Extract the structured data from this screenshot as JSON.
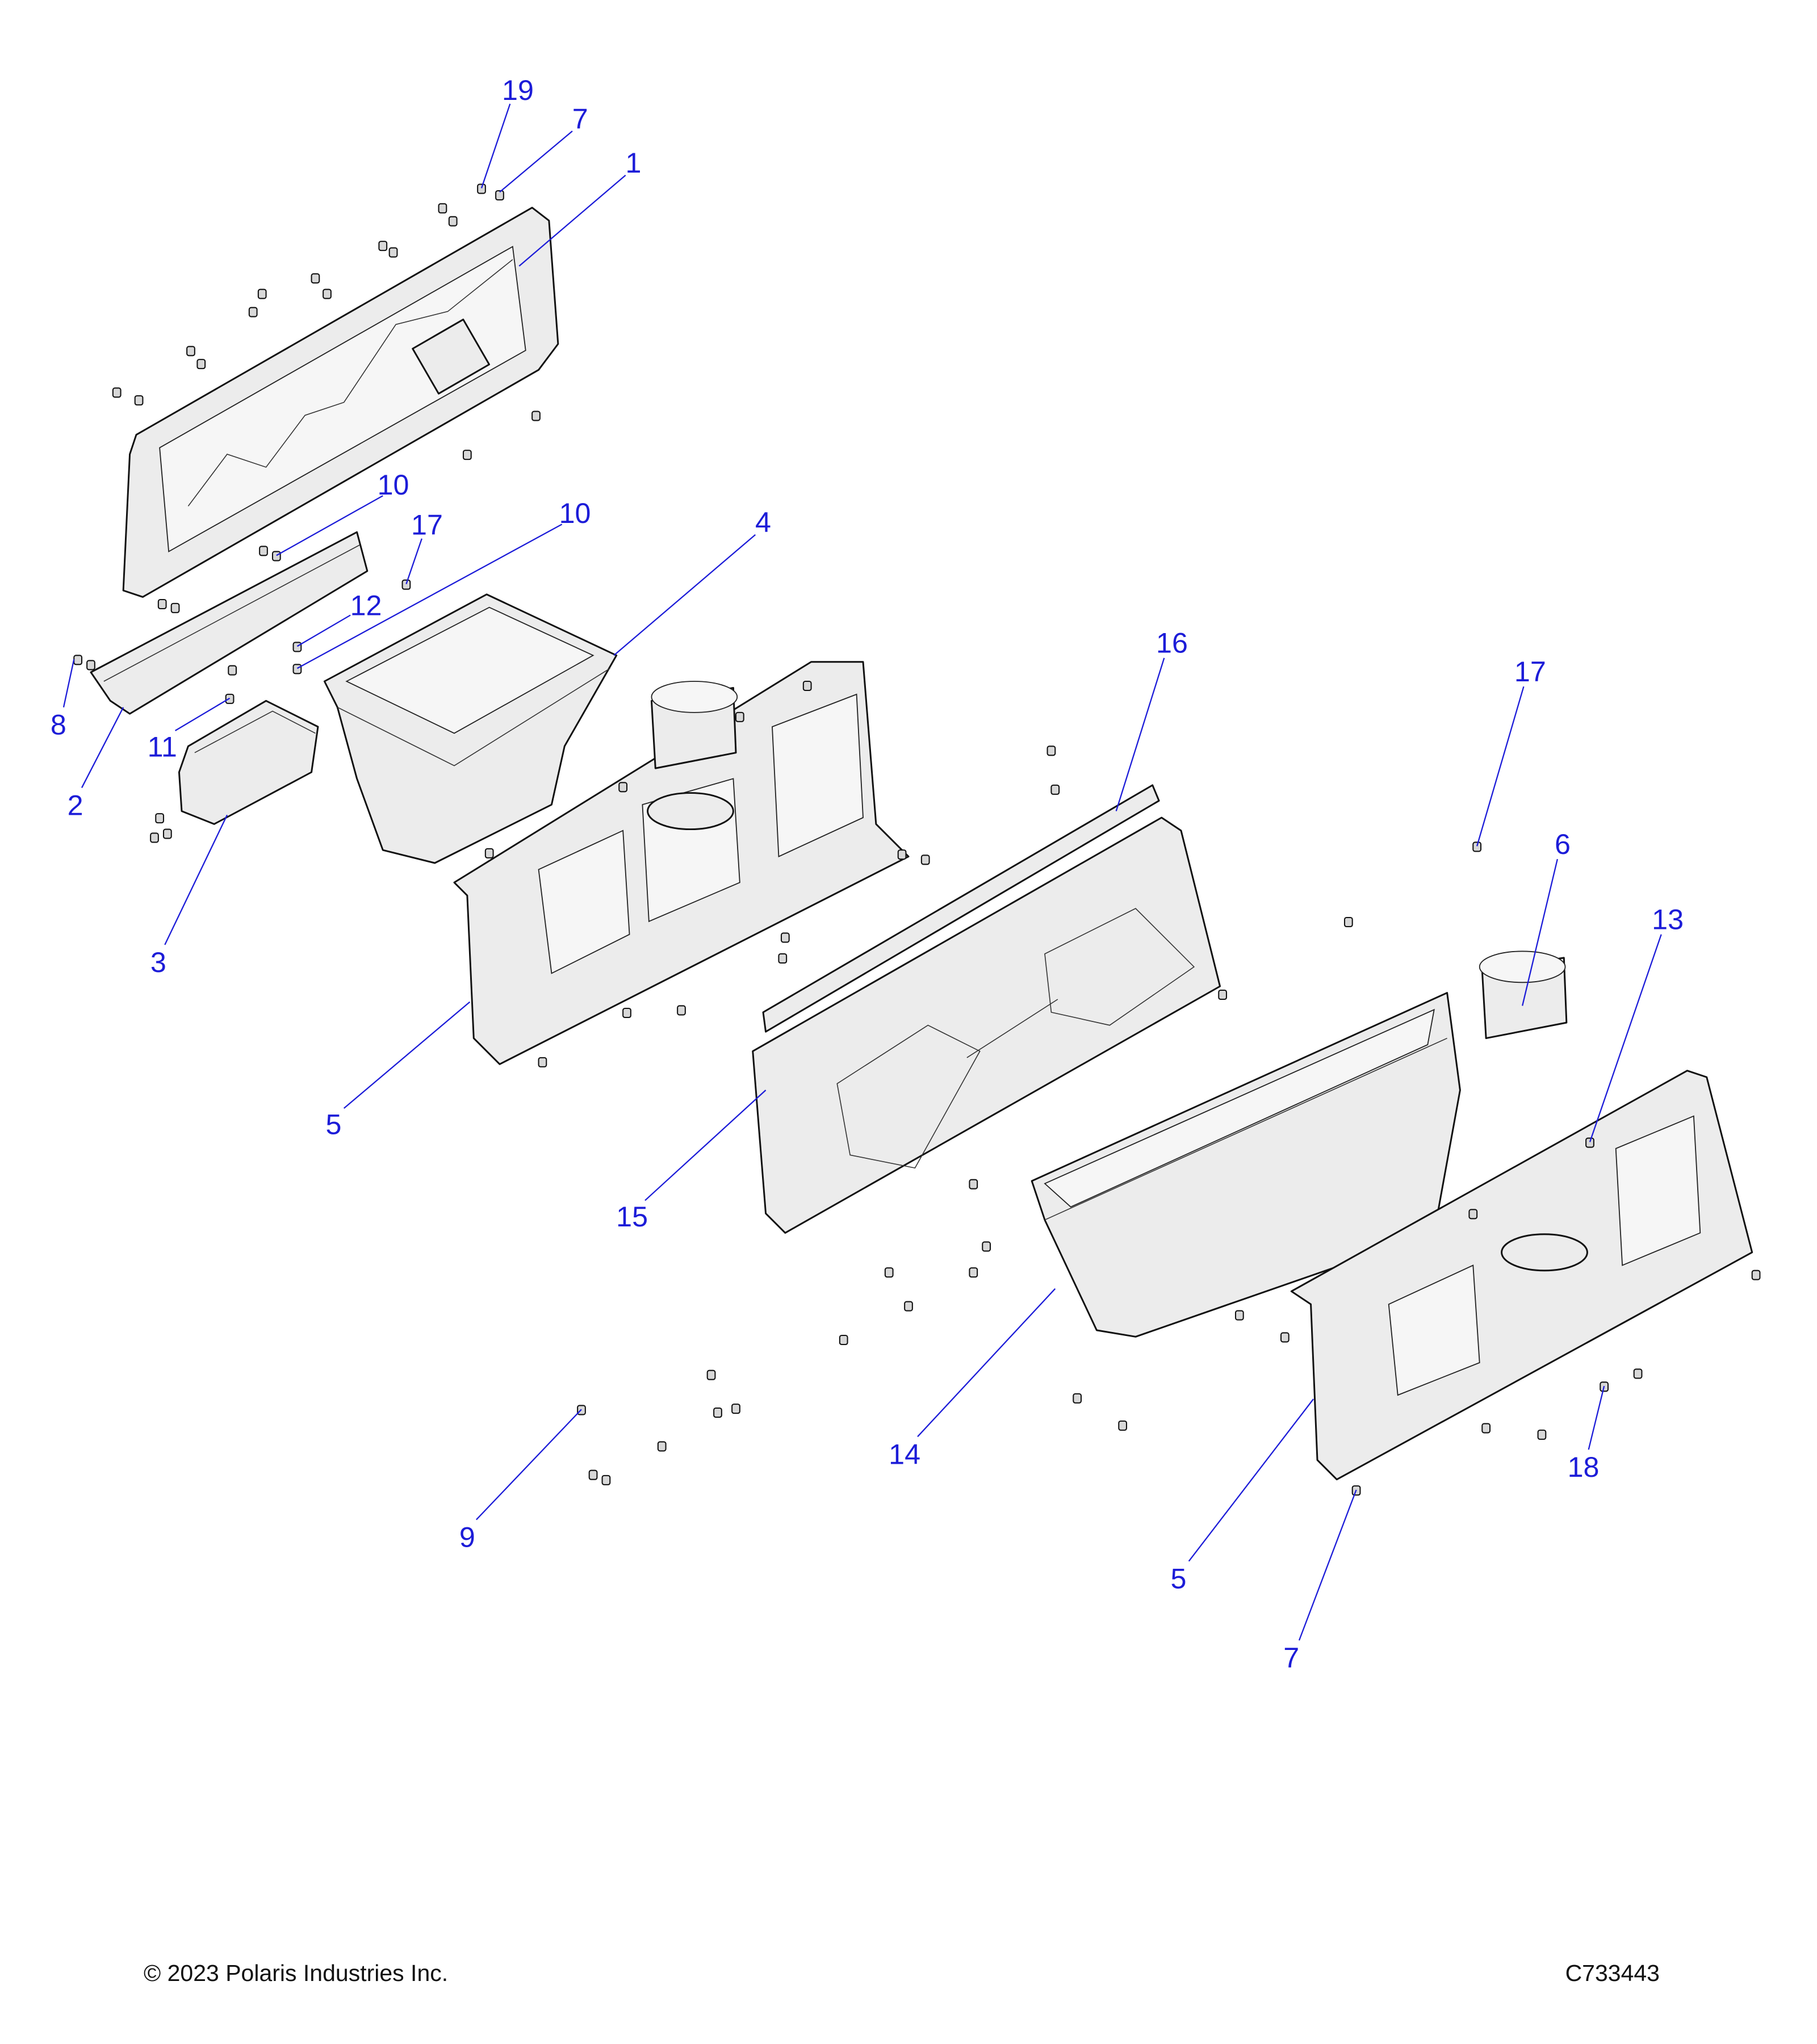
{
  "diagram": {
    "callouts": [
      {
        "text": "19"
      },
      {
        "text": "7"
      },
      {
        "text": "1"
      },
      {
        "text": "10"
      },
      {
        "text": "17"
      },
      {
        "text": "10"
      },
      {
        "text": "4"
      },
      {
        "text": "12"
      },
      {
        "text": "8"
      },
      {
        "text": "11"
      },
      {
        "text": "2"
      },
      {
        "text": "3"
      },
      {
        "text": "16"
      },
      {
        "text": "17"
      },
      {
        "text": "6"
      },
      {
        "text": "13"
      },
      {
        "text": "5"
      },
      {
        "text": "15"
      },
      {
        "text": "14"
      },
      {
        "text": "18"
      },
      {
        "text": "9"
      },
      {
        "text": "5"
      },
      {
        "text": "7"
      }
    ]
  },
  "footer": {
    "copyright": "© 2023 Polaris Industries Inc.",
    "drawing_code": "C733443"
  }
}
